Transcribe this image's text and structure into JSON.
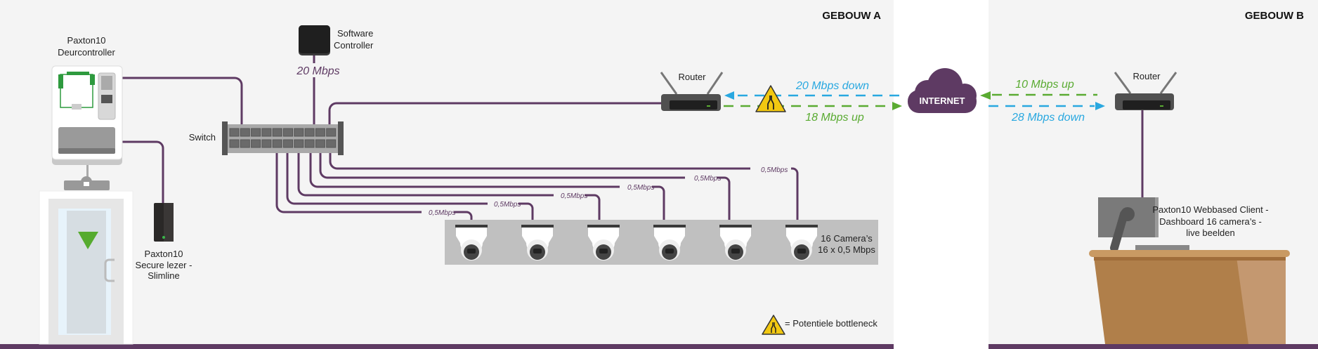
{
  "buildings": {
    "a": {
      "label": "GEBOUW A"
    },
    "b": {
      "label": "GEBOUW B"
    }
  },
  "devices": {
    "door_controller": {
      "line1": "Paxton10",
      "line2": "Deurcontroller"
    },
    "software_controller": {
      "line1": "Software",
      "line2": "Controller",
      "bandwidth": "20 Mbps"
    },
    "switch": {
      "label": "Switch"
    },
    "reader": {
      "line1": "Paxton10",
      "line2": "Secure lezer -",
      "line3": "Slimline"
    },
    "router_a": {
      "label": "Router"
    },
    "router_b": {
      "label": "Router"
    },
    "internet": {
      "label": "INTERNET"
    },
    "cameras": {
      "line1": "16 Camera’s",
      "line2": "16 x 0,5 Mbps",
      "per_camera": "0,5Mbps",
      "count_shown": 6
    },
    "client": {
      "line1": "Paxton10 Webbased Client -",
      "line2": "Dashboard 16 camera’s -",
      "line3": "live beelden"
    }
  },
  "links": {
    "a_down": "20 Mbps down",
    "a_up": "18 Mbps up",
    "b_up": "10 Mbps up",
    "b_down": "28 Mbps down"
  },
  "legend": {
    "bottleneck": "= Potentiele bottleneck"
  },
  "colors": {
    "wire": "#5e3a63",
    "down": "#29a8e0",
    "up": "#5aab32",
    "internet": "#5e3a63",
    "warning": "#f2c811"
  }
}
